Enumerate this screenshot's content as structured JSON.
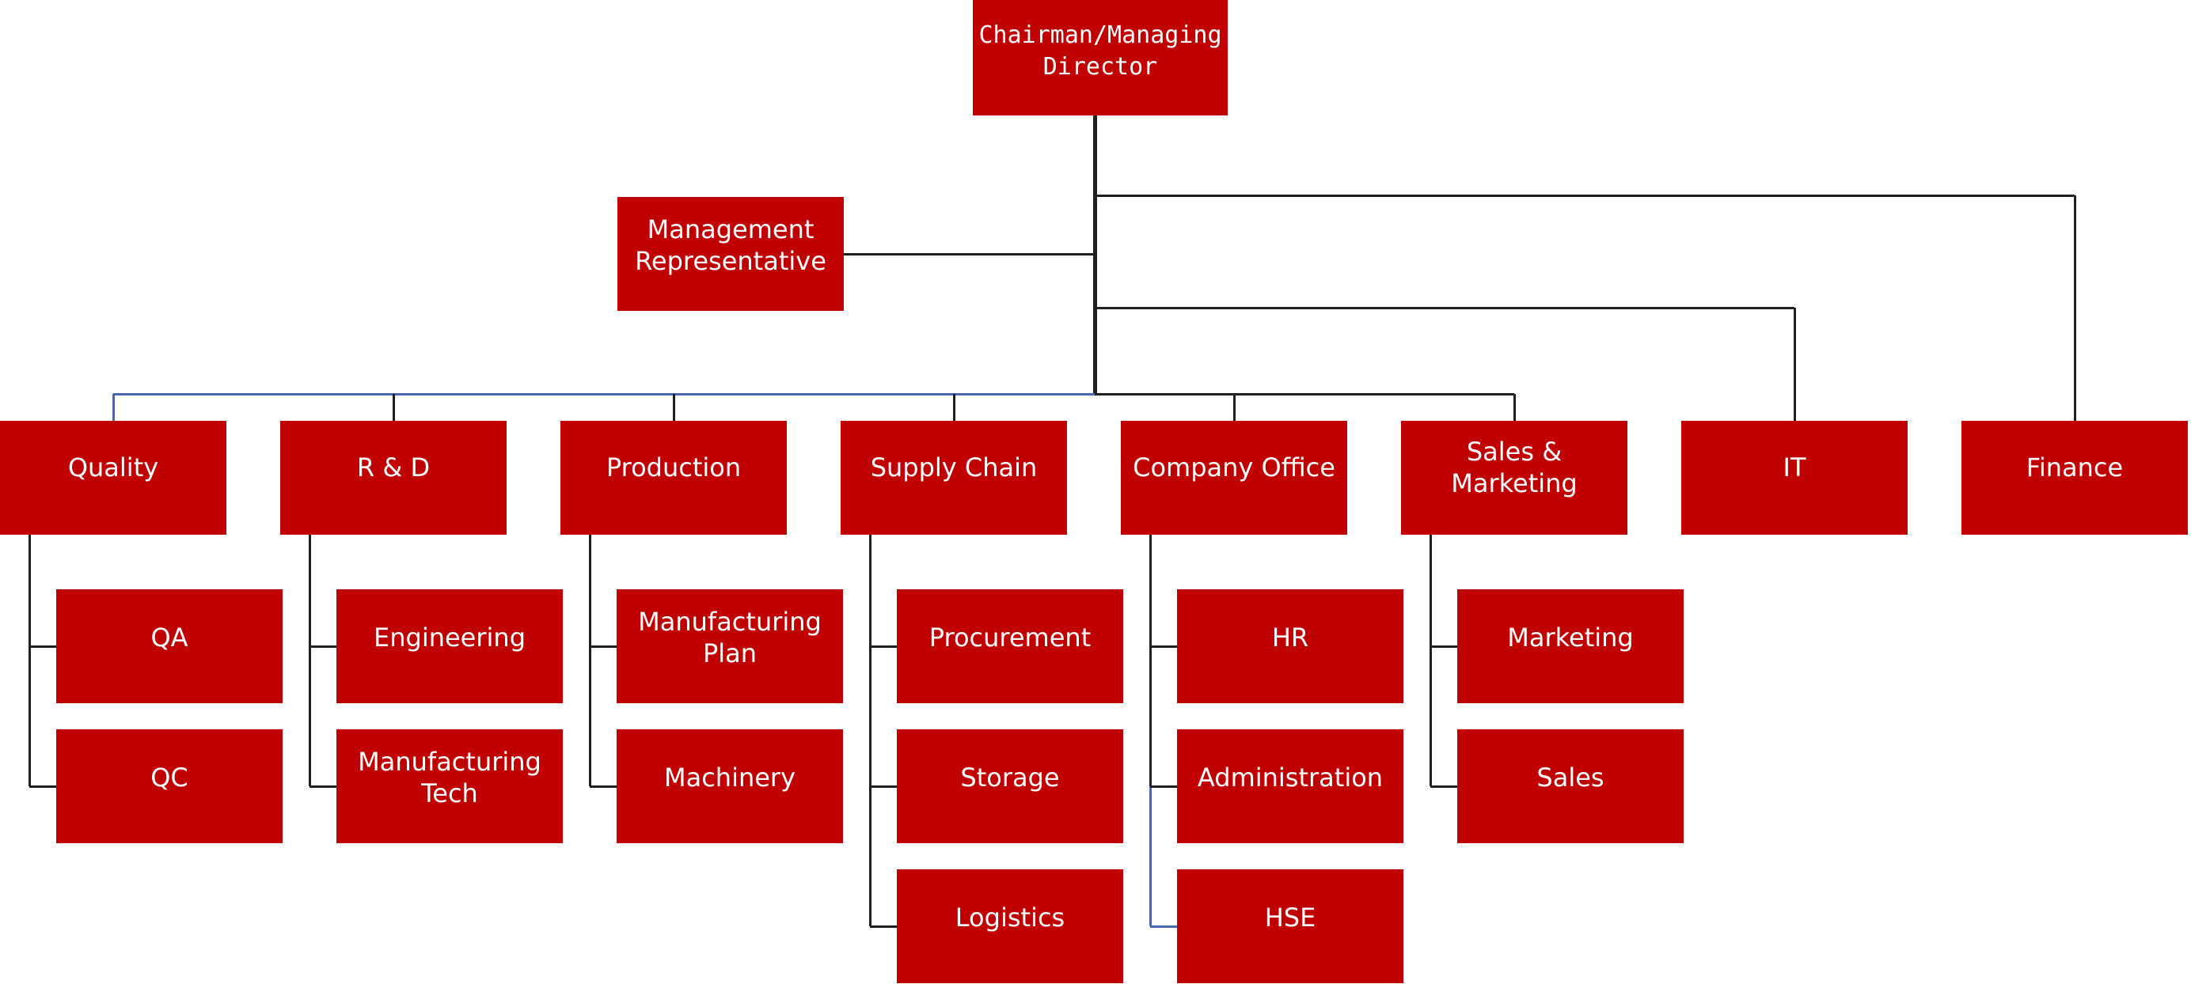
{
  "top": {
    "title": "Chairman/Managing\nDirector"
  },
  "staff": {
    "title": "Management\nRepresentative"
  },
  "departments": [
    {
      "id": "quality",
      "title": "Quality",
      "children": [
        "QA",
        "QC"
      ]
    },
    {
      "id": "rd",
      "title": "R & D",
      "children": [
        "Engineering",
        "Manufacturing\nTech"
      ]
    },
    {
      "id": "production",
      "title": "Production",
      "children": [
        "Manufacturing\nPlan",
        "Machinery"
      ]
    },
    {
      "id": "supply-chain",
      "title": "Supply Chain",
      "children": [
        "Procurement",
        "Storage",
        "Logistics"
      ]
    },
    {
      "id": "company-office",
      "title": "Company Office",
      "children": [
        "HR",
        "Administration",
        "HSE"
      ]
    },
    {
      "id": "sales-marketing",
      "title": "Sales & Marketing",
      "children": [
        "Marketing",
        "Sales"
      ]
    },
    {
      "id": "it",
      "title": "IT",
      "children": []
    },
    {
      "id": "finance",
      "title": "Finance",
      "children": []
    }
  ],
  "colors": {
    "box": "#c00000",
    "text": "#ffffff",
    "connector": "#1f1f1f",
    "highlight_connector": "#4a68b0"
  }
}
